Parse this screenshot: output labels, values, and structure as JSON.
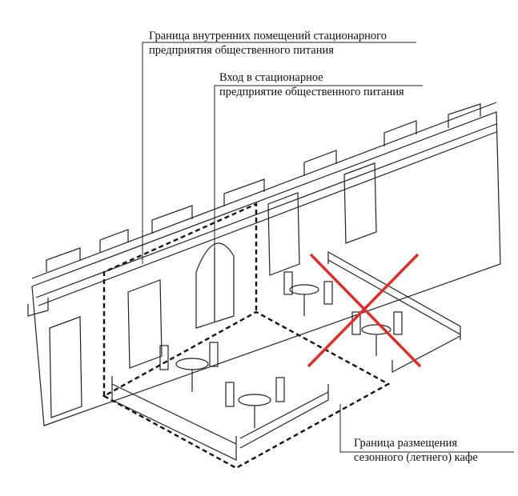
{
  "labels": {
    "interior_boundary": {
      "line1": "Граница внутренних помещений стационарного",
      "line2": "предприятия общественного питания"
    },
    "entrance": {
      "line1": "Вход в стационарное",
      "line2": "предприятие общественного питания"
    },
    "cafe_boundary": {
      "line1": "Граница размещения",
      "line2": "сезонного (летнего) кафе"
    }
  },
  "colors": {
    "line": "#222222",
    "cross": "#d9302a"
  }
}
